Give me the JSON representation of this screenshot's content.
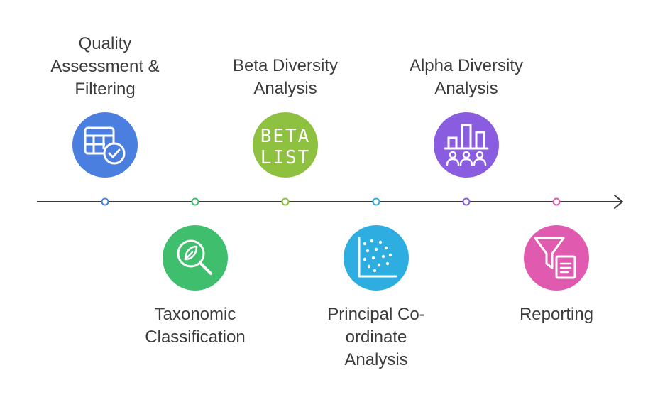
{
  "steps": [
    {
      "label": "Quality\nAssessment &\nFiltering",
      "color": "#4a7fe0",
      "icon": "table-check-icon",
      "position": "above"
    },
    {
      "label": "Taxonomic\nClassification",
      "color": "#3fbf6e",
      "icon": "leaf-magnifier-icon",
      "position": "below"
    },
    {
      "label": "Beta Diversity\nAnalysis",
      "color": "#8ec13f",
      "icon": "beta-list-icon",
      "icon_text": [
        "BETA",
        "LIST"
      ],
      "position": "above"
    },
    {
      "label": "Principal Co-\nordinate\nAnalysis",
      "color": "#2eaee0",
      "icon": "scatter-plot-icon",
      "position": "below"
    },
    {
      "label": "Alpha Diversity\nAnalysis",
      "color": "#8a5ce0",
      "icon": "bar-chart-people-icon",
      "position": "above"
    },
    {
      "label": "Reporting",
      "color": "#e05ab0",
      "icon": "funnel-document-icon",
      "position": "below"
    }
  ],
  "timeline_color": "#3a3a3a"
}
